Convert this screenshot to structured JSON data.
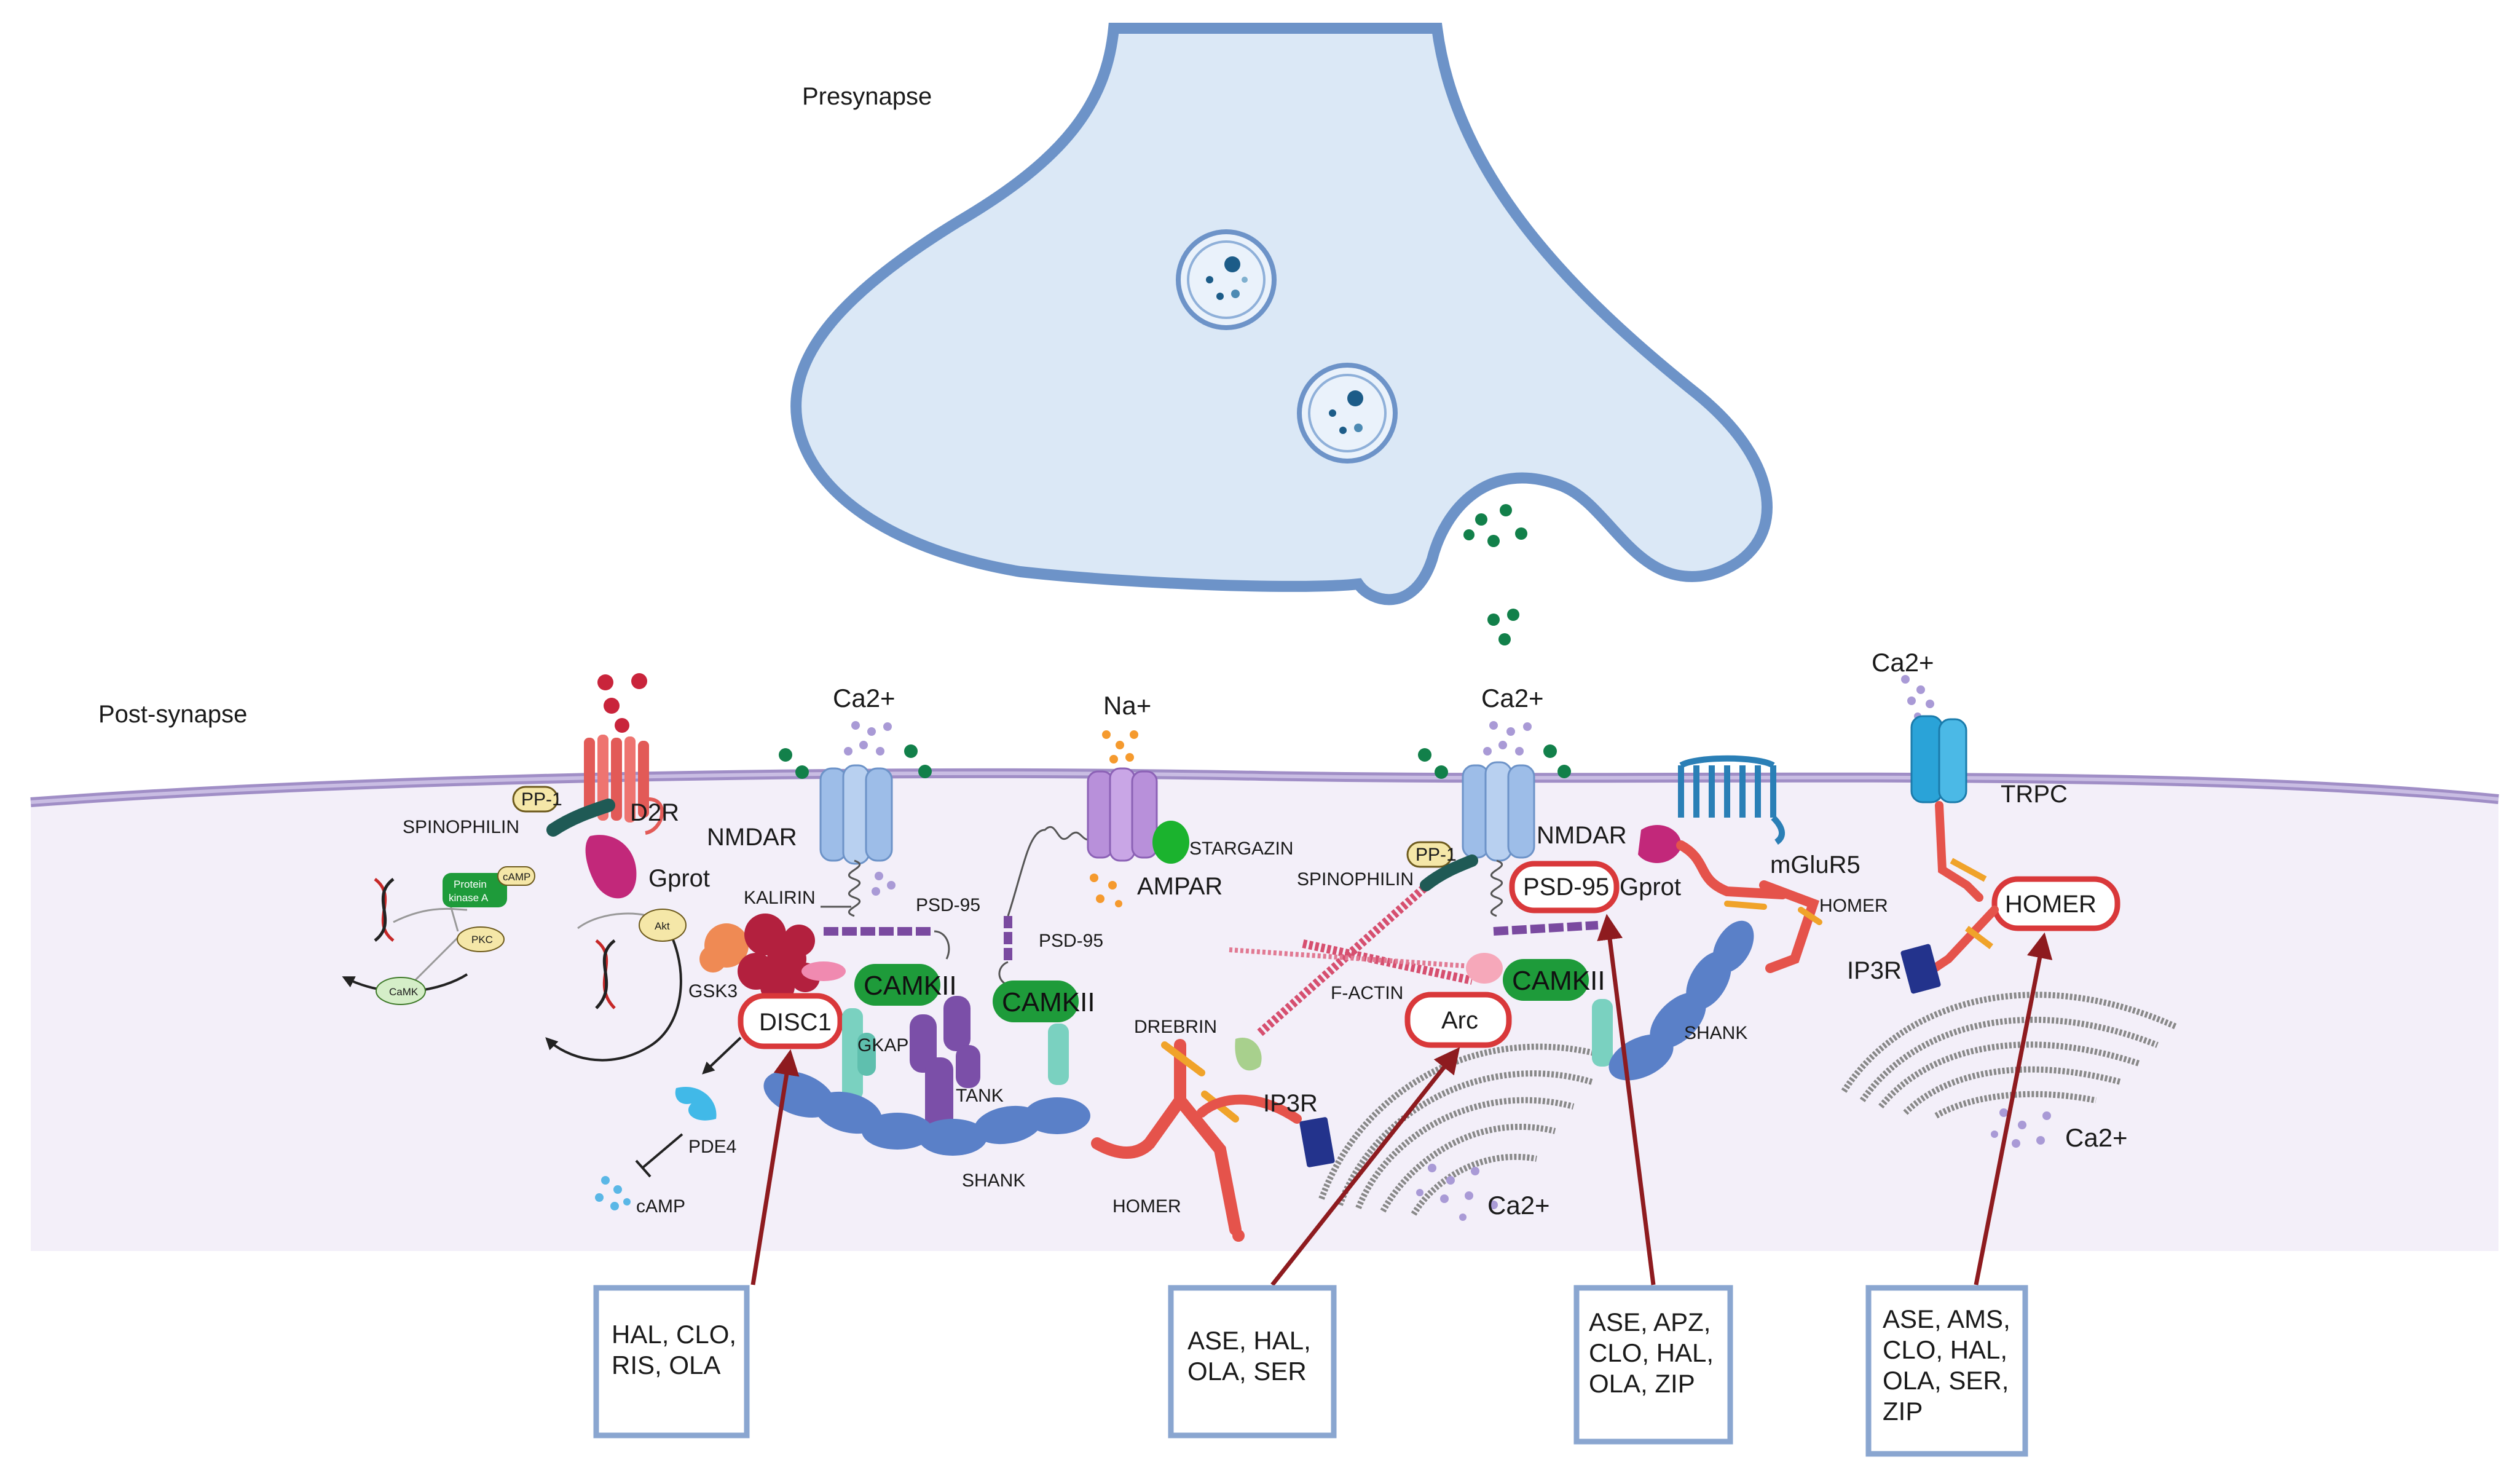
{
  "regions": {
    "presynapse": "Presynapse",
    "postsynapse": "Post-synapse"
  },
  "ions": {
    "ca_nmdar1": "Ca2+",
    "na_ampar": "Na+",
    "ca_nmdar2": "Ca2+",
    "ca_trpc": "Ca2+",
    "ca_er1": "Ca2+",
    "ca_er2": "Ca2+"
  },
  "proteins": {
    "d2r": "D2R",
    "pp1_left": "PP-1",
    "spinophilin_left": "SPINOPHILIN",
    "protein_kinase_a": [
      "Protein",
      "kinase A"
    ],
    "camp_small": "cAMP",
    "pkc": "PKC",
    "camk": "CaMK",
    "gprot_left": "Gprot",
    "akt": "Akt",
    "gsk3": "GSK3",
    "disc1": "DISC1",
    "pde4": "PDE4",
    "camp": "cAMP",
    "nmdar_left": "NMDAR",
    "kalirin": "KALIRIN",
    "psd95_left_a": "PSD-95",
    "psd95_left_b": "PSD-95",
    "camkii_1": "CAMKII",
    "camkii_2": "CAMKII",
    "gkap": "GKAP",
    "tank": "TANK",
    "shank_left": "SHANK",
    "homer_bottom": "HOMER",
    "ampar": "AMPAR",
    "stargazin": "STARGAZIN",
    "drebrin": "DREBRIN",
    "ip3r_mid": "IP3R",
    "spinophilin_mid": "SPINOPHILIN",
    "pp1_mid": "PP-1",
    "f_actin": "F-ACTIN",
    "arc": "Arc",
    "nmdar_right": "NMDAR",
    "psd95_right": "PSD-95",
    "gprot_right": "Gprot",
    "camkii_3": "CAMKII",
    "mglur5": "mGluR5",
    "homer_mid": "HOMER",
    "shank_right": "SHANK",
    "trpc": "TRPC",
    "homer_right": "HOMER",
    "ip3r_right": "IP3R"
  },
  "drug_boxes": [
    {
      "lines": [
        "HAL, CLO,",
        "RIS, OLA"
      ]
    },
    {
      "lines": [
        "ASE, HAL,",
        "OLA, SER"
      ]
    },
    {
      "lines": [
        "ASE, APZ,",
        "CLO, HAL,",
        "OLA, ZIP"
      ]
    },
    {
      "lines": [
        "ASE, AMS,",
        "CLO, HAL,",
        "OLA, SER,",
        "ZIP"
      ]
    }
  ],
  "colors": {
    "presynapse_fill": "#dbe8f6",
    "presynapse_stroke": "#6d93c8",
    "postsynapse_fill": "#f3eff9",
    "membrane": "#a08ec6",
    "highlight_red": "#d9383a",
    "arrow_dark_red": "#8e1b1f",
    "drug_box_stroke": "#8aa6d0",
    "camkii_green": "#1e9b3a",
    "glutamate": "#12804a"
  }
}
